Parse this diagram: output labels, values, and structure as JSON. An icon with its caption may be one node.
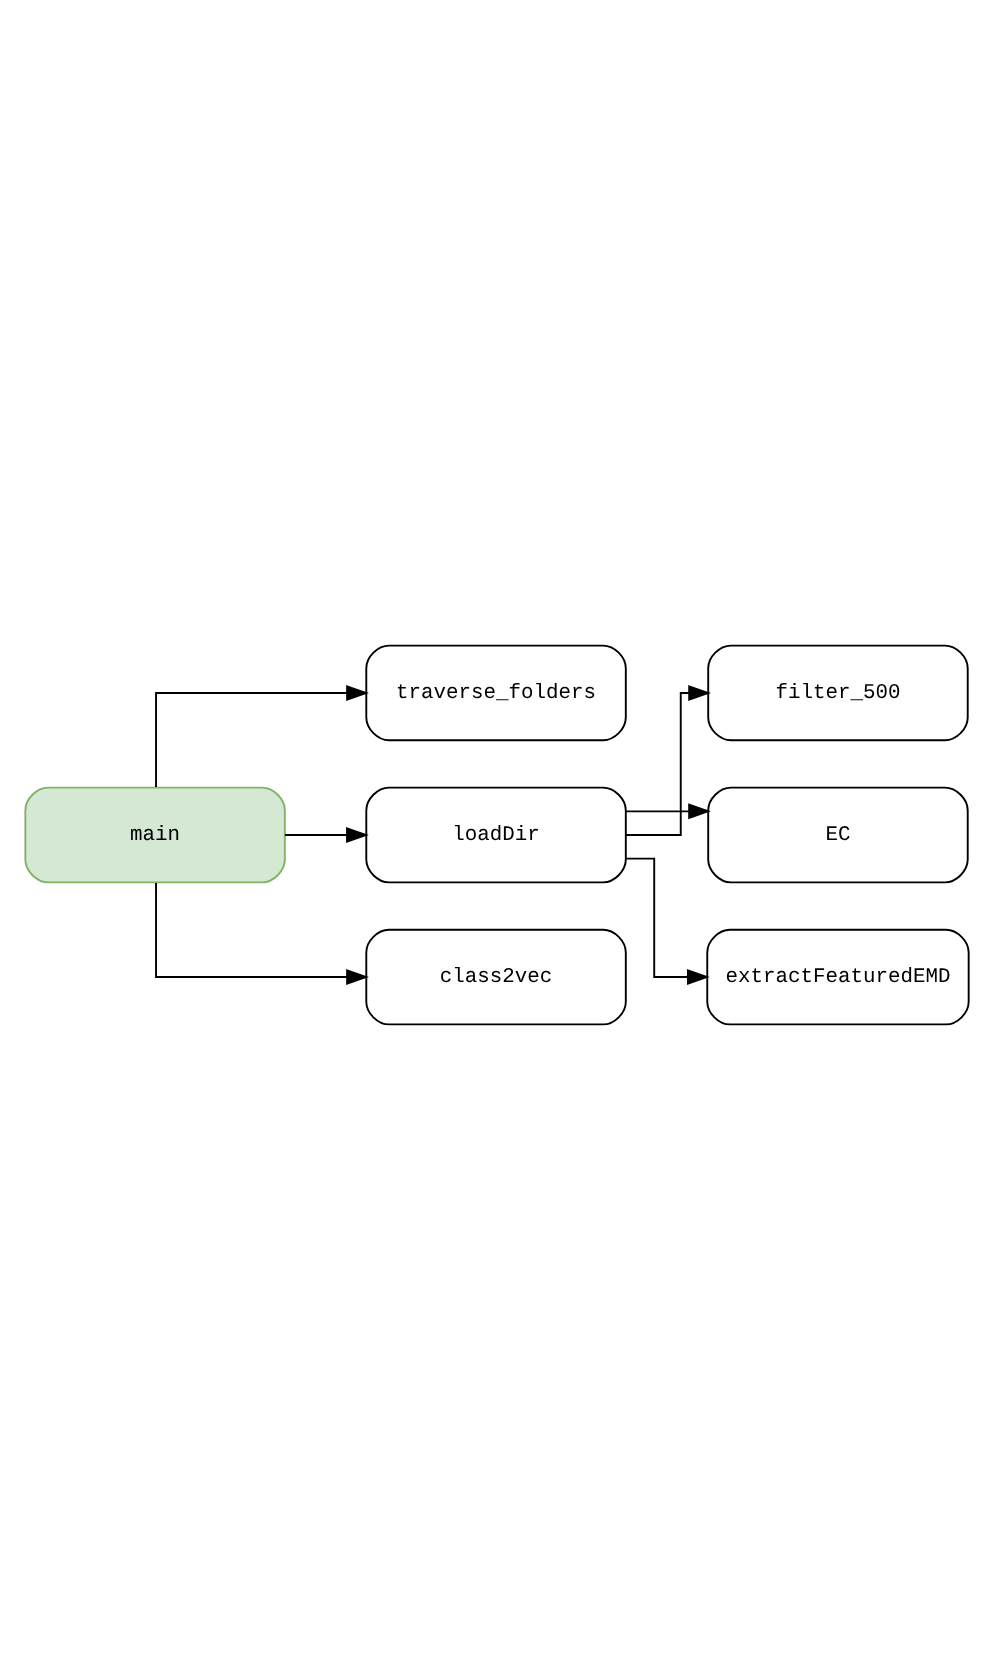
{
  "diagram": {
    "nodes": [
      {
        "text": [
          "main"
        ]
      },
      {
        "text": [
          "traverse_folders"
        ]
      },
      {
        "text": [
          "loadDir"
        ]
      },
      {
        "text": [
          "filter_500"
        ]
      },
      {
        "text": [
          "EC"
        ]
      },
      {
        "text": [
          "extractFeaturedEMD"
        ]
      },
      {
        "text": [
          "class2vec"
        ]
      }
    ],
    "edges": [
      {
        "from": 0,
        "to": 1,
        "arrow": "to"
      },
      {
        "from": 0,
        "to": 2,
        "arrow": "to"
      },
      {
        "from": 2,
        "to": 3,
        "arrow": "to"
      },
      {
        "from": 2,
        "to": 4,
        "arrow": "to"
      },
      {
        "from": 2,
        "to": 5,
        "arrow": "to"
      },
      {
        "from": 0,
        "to": 6,
        "arrow": "to"
      }
    ]
  }
}
